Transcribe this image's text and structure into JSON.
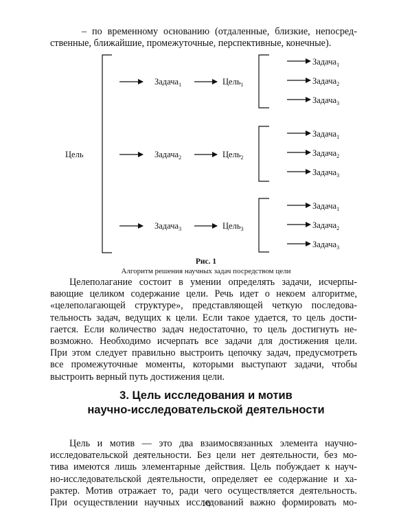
{
  "intro": {
    "lines": [
      "– по временному основанию (отдаленные, близкие, непосред-",
      "ственные, ближайшие, промежуточные, перспективные, конечные)."
    ]
  },
  "figure": {
    "root_label": "Цель",
    "branches": [
      {
        "task": "Задача",
        "task_sub": "1",
        "goal": "Цель",
        "goal_sub": "1",
        "subtasks": [
          {
            "label": "Задача",
            "sub": "1"
          },
          {
            "label": "Задача",
            "sub": "2"
          },
          {
            "label": "Задача",
            "sub": "3"
          }
        ]
      },
      {
        "task": "Задача",
        "task_sub": "2",
        "goal": "Цель",
        "goal_sub": "2",
        "subtasks": [
          {
            "label": "Задача",
            "sub": "1"
          },
          {
            "label": "Задача",
            "sub": "2"
          },
          {
            "label": "Задача",
            "sub": "3"
          }
        ]
      },
      {
        "task": "Задача",
        "task_sub": "3",
        "goal": "Цель",
        "goal_sub": "3",
        "subtasks": [
          {
            "label": "Задача",
            "sub": "1"
          },
          {
            "label": "Задача",
            "sub": "2"
          },
          {
            "label": "Задача",
            "sub": "3"
          }
        ]
      }
    ],
    "number": "Рис. 1",
    "caption": "Алгоритм решения научных задач посредством цели"
  },
  "paragraph1": {
    "lines": [
      "Целеполагание состоит в умении определять задачи, исчерпы-",
      "вающие целиком содержание цели. Речь идет о некоем алгоритме,",
      "«целеполагающей структуре», представляющей четкую последова-",
      "тельность задач, ведущих к цели. Если такое удается, то цель дости-",
      "гается. Если количество задач недостаточно, то цель достигнуть не-",
      "возможно. Необходимо исчерпать все задачи для достижения цели.",
      "При этом следует правильно выстроить цепочку задач, предусмотреть",
      "все промежуточные моменты, которыми выступают задачи, чтобы",
      "выстроить верный путь достижения цели."
    ]
  },
  "section": {
    "heading_line1": "3. Цель исследования и мотив",
    "heading_line2": "научно-исследовательской деятельности"
  },
  "paragraph2": {
    "lines": [
      "Цель и мотив — это два взаимосвязанных элемента научно-",
      "исследовательской деятельности. Без цели нет деятельности, без мо-",
      "тива имеются лишь элементарные действия. Цель побуждает к науч-",
      "но-исследовательской деятельности, определяет ее содержание и ха-",
      "рактер. Мотив отражает то, ради чего осуществляется деятельность.",
      "При осуществлении научных исследований важно формировать мо-"
    ]
  },
  "page_number": "10"
}
